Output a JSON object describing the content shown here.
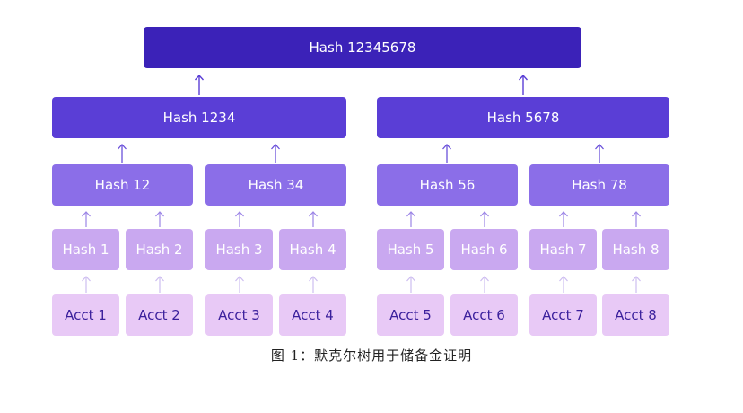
{
  "colors": {
    "root": "#3b22b8",
    "level2": "#5a3ed6",
    "level3": "#8b6ee8",
    "hash_leaf": "#c9a8f0",
    "account": "#e8c9f6",
    "account_text": "#3a1f9c",
    "arrow_dark": "#5a3ed6",
    "arrow_light": "#c4b2ee"
  },
  "tree": {
    "root": "Hash 12345678",
    "level2": [
      "Hash 1234",
      "Hash 5678"
    ],
    "level3": [
      "Hash 12",
      "Hash 34",
      "Hash 56",
      "Hash 78"
    ],
    "leaf_hashes": [
      "Hash 1",
      "Hash 2",
      "Hash 3",
      "Hash 4",
      "Hash 5",
      "Hash 6",
      "Hash 7",
      "Hash 8"
    ],
    "accounts": [
      "Acct 1",
      "Acct 2",
      "Acct 3",
      "Acct 4",
      "Acct 5",
      "Acct 6",
      "Acct 7",
      "Acct 8"
    ]
  },
  "caption": "图 1：默克尔树用于储备金证明"
}
